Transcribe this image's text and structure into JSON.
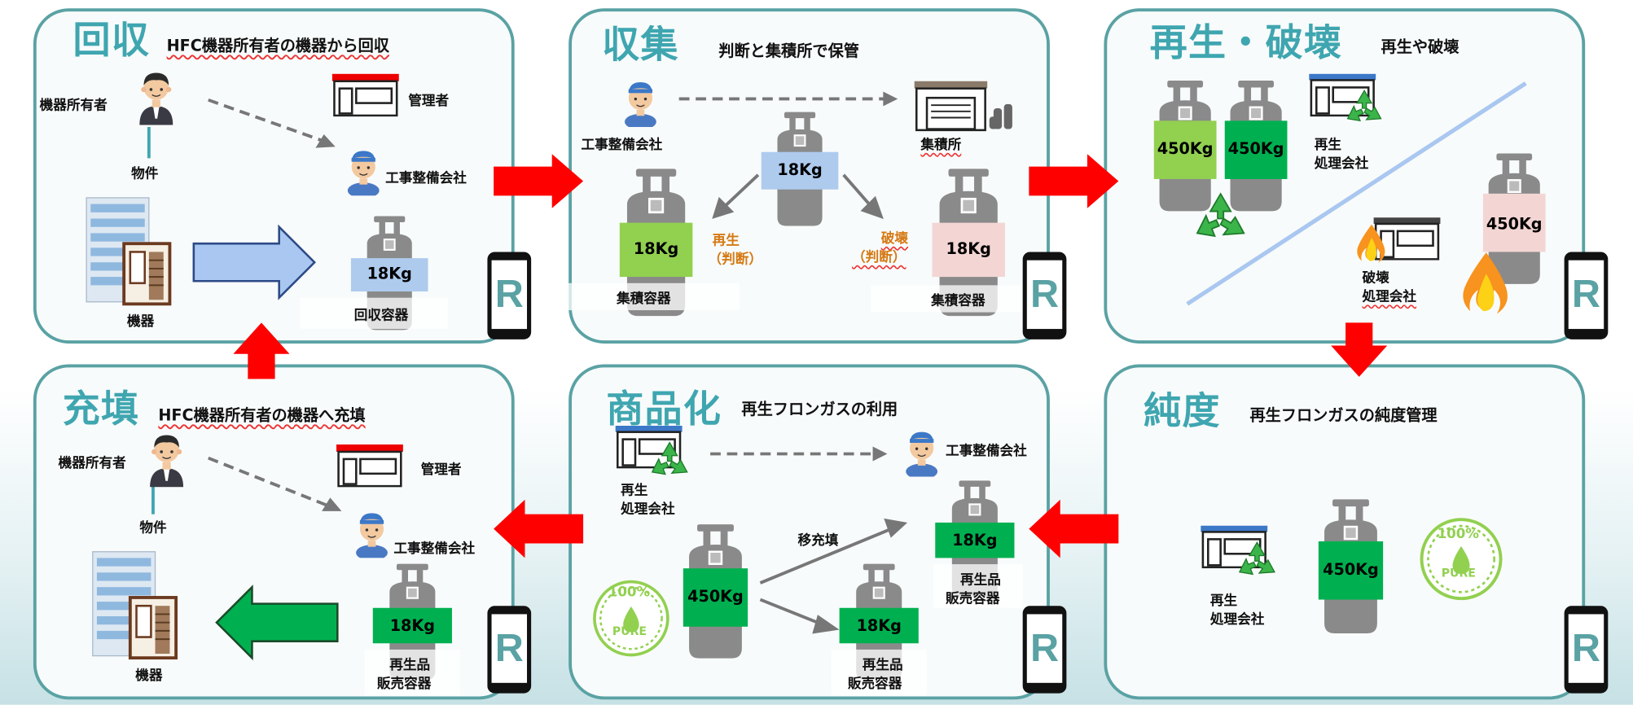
{
  "panels": {
    "collect": {
      "title": "回収",
      "subtitle": "HFC機器所有者の機器から回収",
      "owner": "機器所有者",
      "property": "物件",
      "manager": "管理者",
      "contractor": "工事整備会社",
      "equipment": "機器",
      "cylinder_weight": "18Kg",
      "container": "回収容器"
    },
    "gather": {
      "title": "収集",
      "subtitle": "判断と集積所で保管",
      "contractor": "工事整備会社",
      "depot": "集積所",
      "center_weight": "18Kg",
      "left_weight": "18Kg",
      "right_weight": "18Kg",
      "left_container": "集積容器",
      "right_container": "集積容器",
      "regen_judge_1": "再生",
      "regen_judge_2": "（判断）",
      "destroy_judge_1": "破壊",
      "destroy_judge_2": "（判断）"
    },
    "recycle": {
      "title": "再生・破壊",
      "subtitle": "再生や破壊",
      "weight_1": "450Kg",
      "weight_2": "450Kg",
      "weight_3": "450Kg",
      "regen_company_1": "再生",
      "regen_company_2": "処理会社",
      "destroy_company_1": "破壊",
      "destroy_company_2": "処理会社"
    },
    "purity": {
      "title": "純度",
      "subtitle": "再生フロンガスの純度管理",
      "weight": "450Kg",
      "regen_company_1": "再生",
      "regen_company_2": "処理会社",
      "badge_pct": "100%",
      "badge_word": "PURE"
    },
    "product": {
      "title": "商品化",
      "subtitle": "再生フロンガスの利用",
      "regen_company_1": "再生",
      "regen_company_2": "処理会社",
      "contractor": "工事整備会社",
      "transfer": "移充填",
      "big_weight": "450Kg",
      "top_weight": "18Kg",
      "bottom_weight": "18Kg",
      "top_c1": "再生品",
      "top_c2": "販売容器",
      "bottom_c1": "再生品",
      "bottom_c2": "販売容器",
      "badge_pct": "100%",
      "badge_word": "PURE"
    },
    "refill": {
      "title": "充填",
      "subtitle": "HFC機器所有者の機器へ充填",
      "owner": "機器所有者",
      "property": "物件",
      "manager": "管理者",
      "contractor": "工事整備会社",
      "equipment": "機器",
      "weight": "18Kg",
      "c1": "再生品",
      "c2": "販売容器"
    }
  },
  "app_letter": "R",
  "colors": {
    "panel_border": "#5aa2a4",
    "title": "#3fa6b0",
    "flow_arrow": "#ff0000",
    "cyl_blue": "#aecbee",
    "cyl_green": "#00b050",
    "cyl_lightgreen": "#92d050",
    "cyl_pink": "#f3d6d4",
    "cyl_body": "#8a8a8a"
  }
}
